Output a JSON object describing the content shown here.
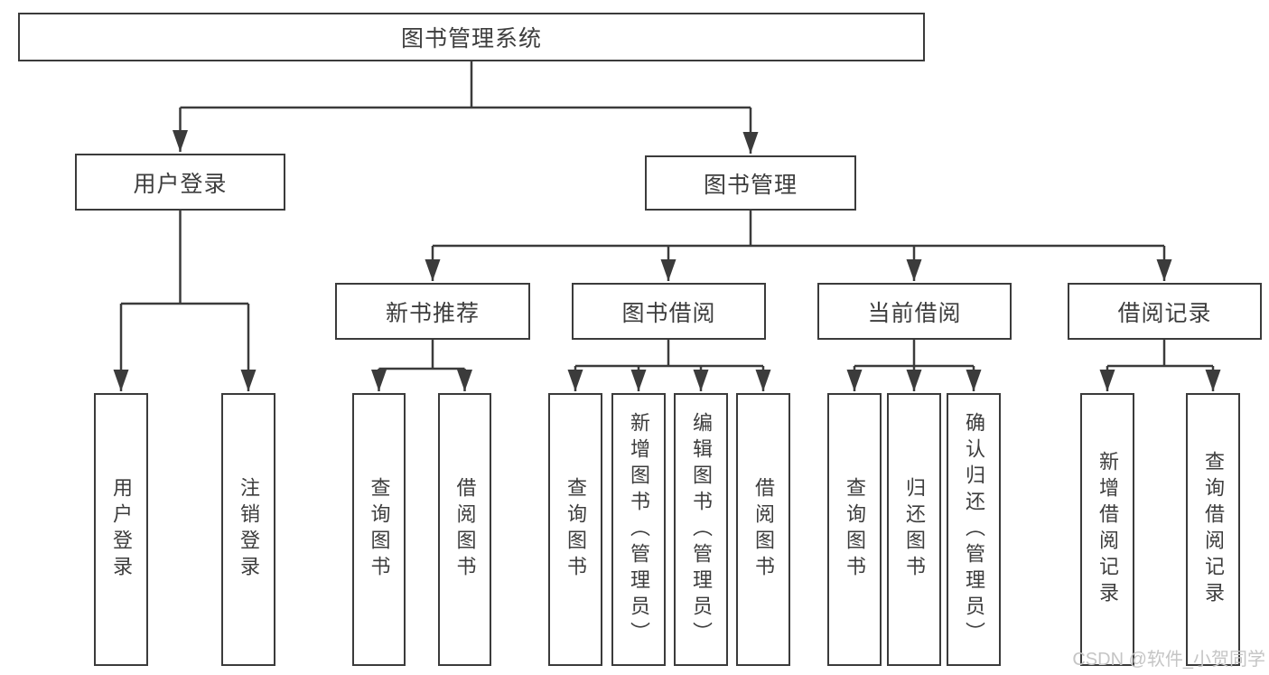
{
  "colors": {
    "line": "#3b3b3b",
    "text": "#3d3d3d",
    "watermark": "#c5c5c5",
    "background": "#ffffff"
  },
  "nodes": {
    "root": "图书管理系统",
    "user_login": "用户登录",
    "book_management": "图书管理",
    "new_book_recommend": "新书推荐",
    "book_borrowing": "图书借阅",
    "current_borrowing": "当前借阅",
    "borrowing_records": "借阅记录",
    "leaf_user_login": "用户登录",
    "leaf_logout": "注销登录",
    "nb_query_books": "查询图书",
    "nb_borrow_books": "借阅图书",
    "bb_query_books": "查询图书",
    "bb_add_books": "新增图书（管理员）",
    "bb_edit_books": "编辑图书（管理员）",
    "bb_borrow_books": "借阅图书",
    "cb_query_books": "查询图书",
    "cb_return_books": "归还图书",
    "cb_confirm_return": "确认归还（管理员）",
    "br_add_record": "新增借阅记录",
    "br_query_record": "查询借阅记录"
  },
  "watermark": "CSDN @软件_小贺同学"
}
